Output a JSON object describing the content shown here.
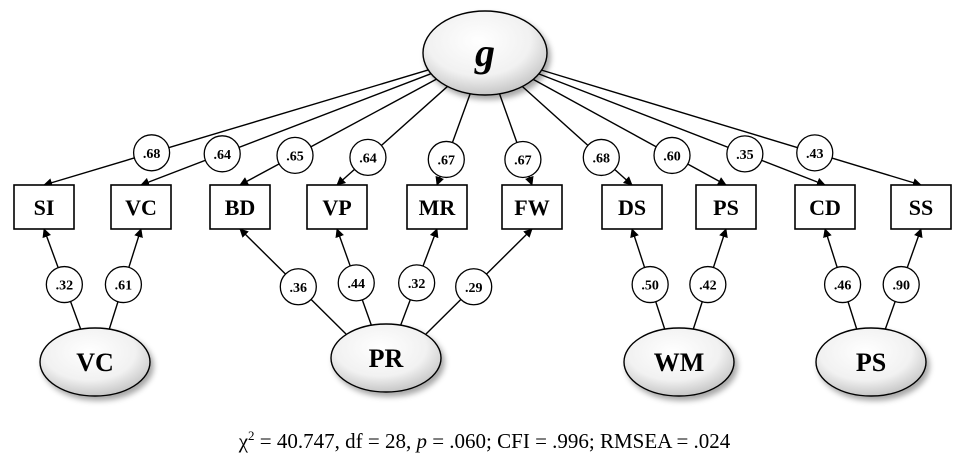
{
  "general_factor": {
    "label": "g"
  },
  "indicators": [
    {
      "label": "SI",
      "g_loading": ".68"
    },
    {
      "label": "VC",
      "g_loading": ".64"
    },
    {
      "label": "BD",
      "g_loading": ".65"
    },
    {
      "label": "VP",
      "g_loading": ".64"
    },
    {
      "label": "MR",
      "g_loading": ".67"
    },
    {
      "label": "FW",
      "g_loading": ".67"
    },
    {
      "label": "DS",
      "g_loading": ".68"
    },
    {
      "label": "PS",
      "g_loading": ".60"
    },
    {
      "label": "CD",
      "g_loading": ".35"
    },
    {
      "label": "SS",
      "g_loading": ".43"
    }
  ],
  "group_factors": [
    {
      "label": "VC",
      "loadings": [
        {
          "indicator": "SI",
          "value": ".32"
        },
        {
          "indicator": "VC",
          "value": ".61"
        }
      ]
    },
    {
      "label": "PR",
      "loadings": [
        {
          "indicator": "BD",
          "value": ".36"
        },
        {
          "indicator": "VP",
          "value": ".44"
        },
        {
          "indicator": "MR",
          "value": ".32"
        },
        {
          "indicator": "FW",
          "value": ".29"
        }
      ]
    },
    {
      "label": "WM",
      "loadings": [
        {
          "indicator": "DS",
          "value": ".50"
        },
        {
          "indicator": "PS",
          "value": ".42"
        }
      ]
    },
    {
      "label": "PS",
      "loadings": [
        {
          "indicator": "CD",
          "value": ".46"
        },
        {
          "indicator": "SS",
          "value": ".90"
        }
      ]
    }
  ],
  "fit_stats": {
    "chi_symbol": "χ",
    "chi_sup": "2",
    "chi_value": " = 40.747, df = 28, ",
    "p_symbol": "p",
    "rest": " = .060; CFI = .996; RMSEA = .024"
  }
}
